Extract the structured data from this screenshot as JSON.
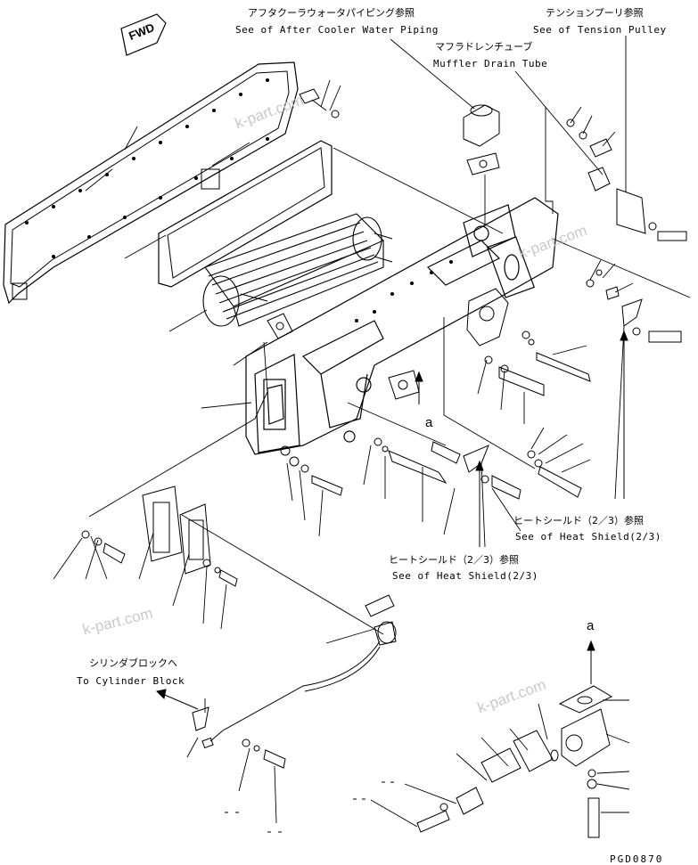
{
  "diagram": {
    "fwd_label": "FWD",
    "drawing_code": "PGD0870",
    "detail_letter": "a",
    "detail_letter_2": "a",
    "watermark": "k-part.com",
    "labels": {
      "after_cooler_jp": "アフタクーラウォータパイピング参照",
      "after_cooler_en": "See of After Cooler Water Piping",
      "tension_pulley_jp": "テンションプーリ参照",
      "tension_pulley_en": "See of Tension Pulley",
      "muffler_jp": "マフラドレンチューブ",
      "muffler_en": "Muffler Drain Tube",
      "heat_shield_right_jp": "ヒートシールド（2／3）参照",
      "heat_shield_right_en": "See of Heat Shield(2/3)",
      "heat_shield_mid_jp": "ヒートシールド（2／3）参照",
      "heat_shield_mid_en": "See of Heat Shield(2/3)",
      "cylinder_jp": "シリンダブロックへ",
      "cylinder_en": "To Cylinder Block"
    }
  }
}
